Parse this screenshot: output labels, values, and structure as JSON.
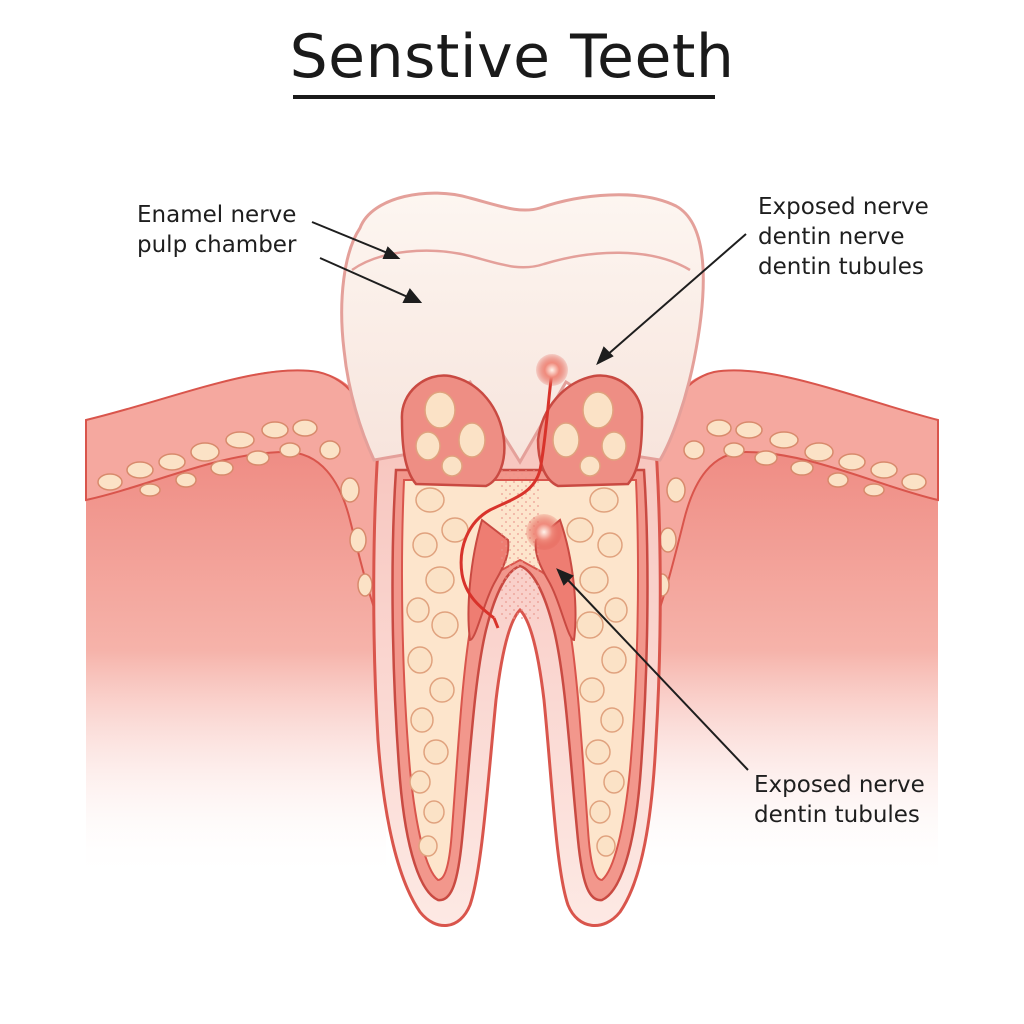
{
  "title": "Senstive Teeth",
  "labels": {
    "top_left": {
      "line1": "Enamel nerve",
      "line2": "pulp chamber"
    },
    "top_right": {
      "line1": "Exposed nerve",
      "line2": "dentin nerve",
      "line3": "dentin tubules"
    },
    "bottom_right": {
      "line1": "Exposed nerve",
      "line2": "dentin tubules"
    }
  },
  "colors": {
    "gum": "#ef8e86",
    "gum_dark": "#d9554c",
    "enamel": "#fbf3ec",
    "dentin_cell": "#fbe2c6",
    "nerve": "#d8332b"
  }
}
